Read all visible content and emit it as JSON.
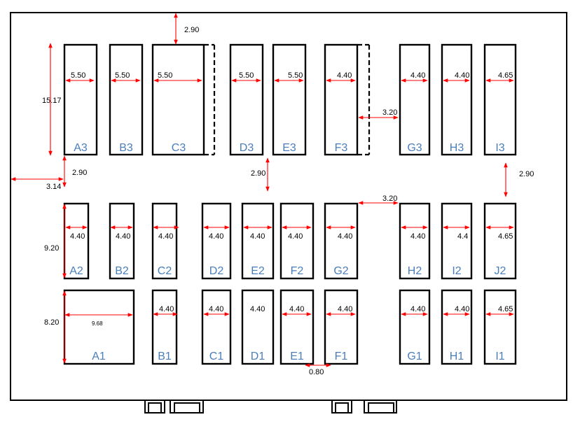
{
  "bays": [
    {
      "id": "A3",
      "label": "A3",
      "width": "5.50"
    },
    {
      "id": "B3",
      "label": "B3",
      "width": "5.50"
    },
    {
      "id": "C3",
      "label": "C3",
      "width": "5.50"
    },
    {
      "id": "D3",
      "label": "D3",
      "width": "5.50"
    },
    {
      "id": "E3",
      "label": "E3",
      "width": "5.50"
    },
    {
      "id": "F3",
      "label": "F3",
      "width": "4.40"
    },
    {
      "id": "G3",
      "label": "G3",
      "width": "4.40"
    },
    {
      "id": "H3",
      "label": "H3",
      "width": "4.40"
    },
    {
      "id": "I3",
      "label": "I3",
      "width": "4.65"
    },
    {
      "id": "A2",
      "label": "A2",
      "width": "4.40"
    },
    {
      "id": "B2",
      "label": "B2",
      "width": "4.40"
    },
    {
      "id": "C2",
      "label": "C2",
      "width": "4.40"
    },
    {
      "id": "D2",
      "label": "D2",
      "width": "4.40"
    },
    {
      "id": "E2",
      "label": "E2",
      "width": "4.40"
    },
    {
      "id": "F2",
      "label": "F2",
      "width": "4.40"
    },
    {
      "id": "G2",
      "label": "G2",
      "width": "4.40"
    },
    {
      "id": "H2",
      "label": "H2",
      "width": "4.40"
    },
    {
      "id": "I2",
      "label": "I2",
      "width": "4.4"
    },
    {
      "id": "J2",
      "label": "J2",
      "width": "4.65"
    },
    {
      "id": "A1",
      "label": "A1",
      "width": "9.68"
    },
    {
      "id": "B1",
      "label": "B1",
      "width": "4.40"
    },
    {
      "id": "C1",
      "label": "C1",
      "width": "4.40"
    },
    {
      "id": "D1",
      "label": "D1",
      "width": "4.40"
    },
    {
      "id": "E1",
      "label": "E1",
      "width": "4.40"
    },
    {
      "id": "F1",
      "label": "F1",
      "width": "4.40"
    },
    {
      "id": "G1",
      "label": "G1",
      "width": "4.40"
    },
    {
      "id": "H1",
      "label": "H1",
      "width": "4.40"
    },
    {
      "id": "I1",
      "label": "I1",
      "width": "4.65"
    }
  ],
  "dimensions": {
    "top_gap": "2.90",
    "row3_height": "15.17",
    "aisle_left_gap": "2.90",
    "wall_offset": "3.14",
    "aisle_mid_gap": "2.90",
    "aisle_right_gap": "2.90",
    "row3_gap": "3.20",
    "row2_gap": "3.20",
    "row2_height": "9.20",
    "row1_height": "8.20",
    "bottom_gap": "0.80"
  },
  "colors": {
    "dimension_line": "#ff0000",
    "bay_label": "#4a7ebb",
    "outline": "#000000"
  }
}
